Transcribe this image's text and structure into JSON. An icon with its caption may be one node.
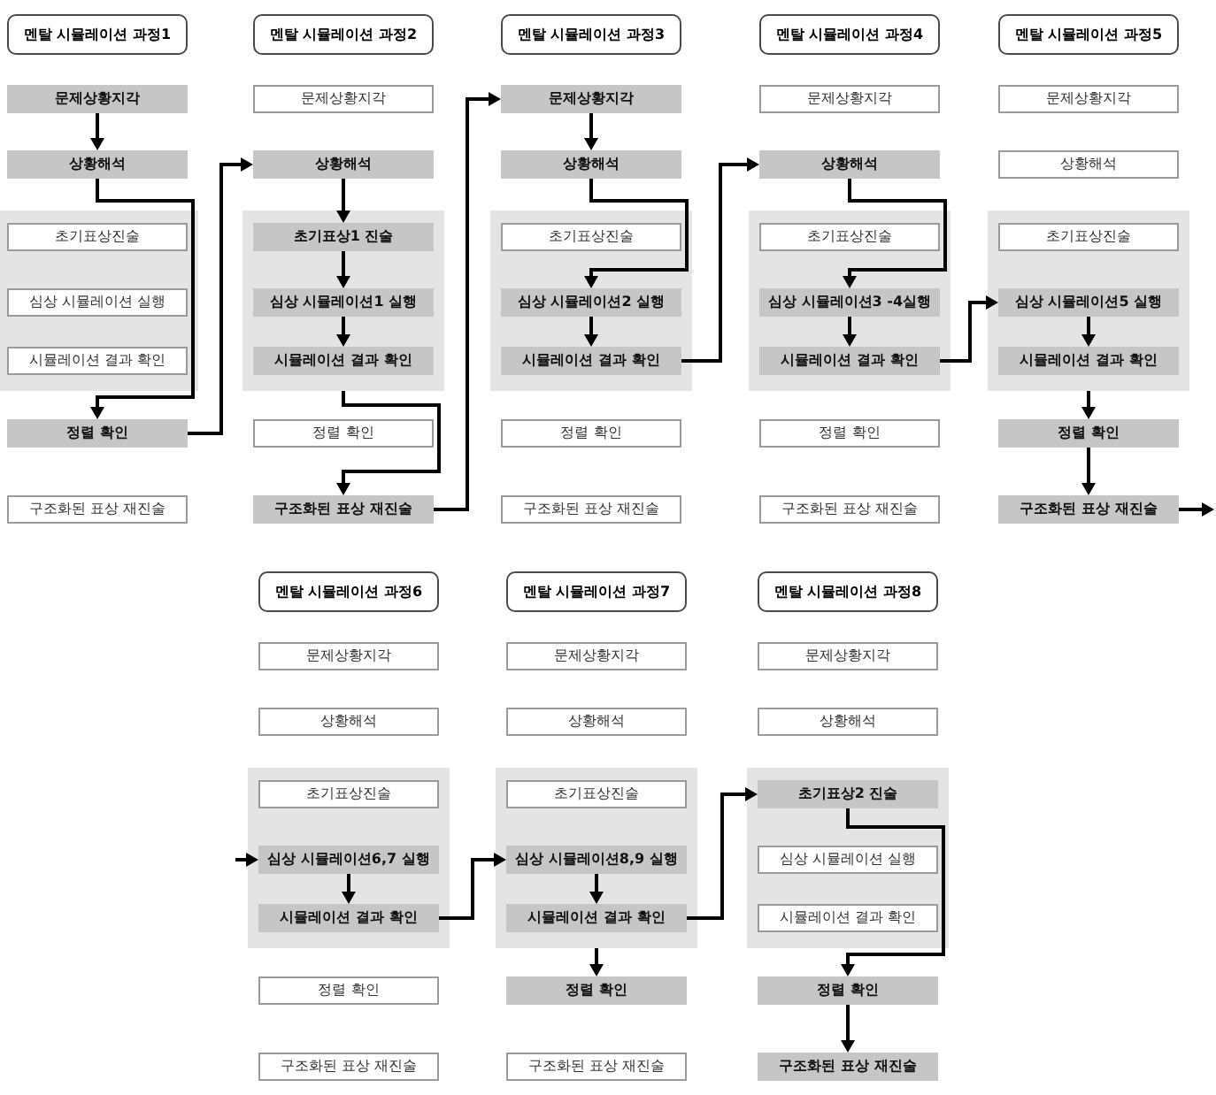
{
  "diagram": {
    "nodes": [
      {
        "text": [
          "멘탈 시뮬레이션 과정1"
        ]
      },
      {
        "text": [
          "문제상황지각"
        ]
      },
      {
        "text": [
          "상황해석"
        ]
      },
      {
        "text": [],
        "shape": "box"
      },
      {
        "text": [
          "초기표상진술"
        ],
        "in": 3
      },
      {
        "text": [
          "심상 시뮬레이션 실행"
        ],
        "in": 3
      },
      {
        "text": [
          "시뮬레이션 결과 확인"
        ],
        "in": 3
      },
      {
        "text": [
          "정렬 확인"
        ]
      },
      {
        "text": [
          "구조화된 표상 재진술"
        ]
      },
      {
        "text": [
          "멘탈 시뮬레이션 과정2"
        ]
      },
      {
        "text": [
          "문제상황지각"
        ]
      },
      {
        "text": [
          "상황해석"
        ]
      },
      {
        "text": [],
        "shape": "box"
      },
      {
        "text": [
          "초기표상1 진술"
        ],
        "in": 12
      },
      {
        "text": [
          "심상 시뮬레이션1 실행"
        ],
        "in": 12
      },
      {
        "text": [
          "시뮬레이션 결과 확인"
        ],
        "in": 12
      },
      {
        "text": [
          "정렬 확인"
        ]
      },
      {
        "text": [
          "구조화된 표상 재진술"
        ]
      },
      {
        "text": [
          "멘탈 시뮬레이션 과정3"
        ]
      },
      {
        "text": [
          "문제상황지각"
        ]
      },
      {
        "text": [
          "상황해석"
        ]
      },
      {
        "text": [],
        "shape": "box"
      },
      {
        "text": [
          "초기표상진술"
        ],
        "in": 21
      },
      {
        "text": [
          "심상 시뮬레이션2 실행"
        ],
        "in": 21
      },
      {
        "text": [
          "시뮬레이션 결과 확인"
        ],
        "in": 21
      },
      {
        "text": [
          "정렬 확인"
        ]
      },
      {
        "text": [
          "구조화된 표상 재진술"
        ]
      },
      {
        "text": [
          "멘탈 시뮬레이션 과정4"
        ]
      },
      {
        "text": [
          "문제상황지각"
        ]
      },
      {
        "text": [
          "상황해석"
        ]
      },
      {
        "text": [],
        "shape": "box"
      },
      {
        "text": [
          "초기표상진술"
        ],
        "in": 30
      },
      {
        "text": [
          "심상 시뮬레이션3 -4실행"
        ],
        "in": 30
      },
      {
        "text": [
          "시뮬레이션 결과 확인"
        ],
        "in": 30
      },
      {
        "text": [
          "정렬 확인"
        ]
      },
      {
        "text": [
          "구조화된 표상 재진술"
        ]
      },
      {
        "text": [
          "멘탈 시뮬레이션 과정5"
        ]
      },
      {
        "text": [
          "문제상황지각"
        ]
      },
      {
        "text": [
          "상황해석"
        ]
      },
      {
        "text": [],
        "shape": "box"
      },
      {
        "text": [
          "초기표상진술"
        ],
        "in": 39
      },
      {
        "text": [
          "심상 시뮬레이션5 실행"
        ],
        "in": 39
      },
      {
        "text": [
          "시뮬레이션 결과 확인"
        ],
        "in": 39
      },
      {
        "text": [
          "정렬 확인"
        ]
      },
      {
        "text": [
          "구조화된 표상 재진술"
        ]
      },
      {
        "text": [
          "멘탈 시뮬레이션 과정6"
        ]
      },
      {
        "text": [
          "문제상황지각"
        ]
      },
      {
        "text": [
          "상황해석"
        ]
      },
      {
        "text": [],
        "shape": "box"
      },
      {
        "text": [
          "초기표상진술"
        ],
        "in": 48
      },
      {
        "text": [
          "심상 시뮬레이션6,7 실행"
        ],
        "in": 48
      },
      {
        "text": [
          "시뮬레이션 결과 확인"
        ],
        "in": 48
      },
      {
        "text": [
          "정렬 확인"
        ]
      },
      {
        "text": [
          "구조화된 표상 재진술"
        ]
      },
      {
        "text": [
          "멘탈 시뮬레이션 과정7"
        ]
      },
      {
        "text": [
          "문제상황지각"
        ]
      },
      {
        "text": [
          "상황해석"
        ]
      },
      {
        "text": [],
        "shape": "box"
      },
      {
        "text": [
          "초기표상진술"
        ],
        "in": 57
      },
      {
        "text": [
          "심상 시뮬레이션8,9 실행"
        ],
        "in": 57
      },
      {
        "text": [
          "시뮬레이션 결과 확인"
        ],
        "in": 57
      },
      {
        "text": [
          "정렬 확인"
        ]
      },
      {
        "text": [
          "구조화된 표상 재진술"
        ]
      },
      {
        "text": [
          "멘탈 시뮬레이션 과정8"
        ]
      },
      {
        "text": [
          "문제상황지각"
        ]
      },
      {
        "text": [
          "상황해석"
        ]
      },
      {
        "text": [],
        "shape": "box"
      },
      {
        "text": [
          "초기표상2 진술"
        ],
        "in": 66
      },
      {
        "text": [
          "심상 시뮬레이션 실행"
        ],
        "in": 66
      },
      {
        "text": [
          "시뮬레이션 결과 확인"
        ],
        "in": 66
      },
      {
        "text": [
          "정렬 확인"
        ]
      },
      {
        "text": [
          "구조화된 표상 재진술"
        ]
      }
    ],
    "edges": [
      {
        "from": 1,
        "to": 2,
        "arrow": "to"
      },
      {
        "from": 2,
        "to": 7,
        "arrow": "to"
      },
      {
        "from": 7,
        "to": 11,
        "arrow": "to"
      },
      {
        "from": 11,
        "to": 13,
        "arrow": "to"
      },
      {
        "from": 13,
        "to": 14,
        "arrow": "to"
      },
      {
        "from": 14,
        "to": 15,
        "arrow": "to"
      },
      {
        "from": 12,
        "to": 17,
        "arrow": "to"
      },
      {
        "from": 17,
        "to": 19,
        "arrow": "to"
      },
      {
        "from": 19,
        "to": 20,
        "arrow": "to"
      },
      {
        "from": 20,
        "to": 23,
        "arrow": "to"
      },
      {
        "from": 23,
        "to": 24,
        "arrow": "to"
      },
      {
        "from": 24,
        "to": 29,
        "arrow": "to"
      },
      {
        "from": 29,
        "to": 32,
        "arrow": "to"
      },
      {
        "from": 32,
        "to": 33,
        "arrow": "to"
      },
      {
        "from": 33,
        "to": 41,
        "arrow": "to"
      },
      {
        "from": 41,
        "to": 42,
        "arrow": "to"
      },
      {
        "from": 39,
        "to": 43,
        "arrow": "to"
      },
      {
        "from": 43,
        "to": 44,
        "arrow": "to"
      },
      {
        "from": 44,
        "to": null,
        "arrow": "to"
      },
      {
        "from": null,
        "to": 50,
        "arrow": "to"
      },
      {
        "from": 50,
        "to": 51,
        "arrow": "to"
      },
      {
        "from": 51,
        "to": 59,
        "arrow": "to"
      },
      {
        "from": 59,
        "to": 60,
        "arrow": "to"
      },
      {
        "from": 57,
        "to": 61,
        "arrow": "to"
      },
      {
        "from": 60,
        "to": 67,
        "arrow": "to"
      },
      {
        "from": 67,
        "to": 70,
        "arrow": "to"
      },
      {
        "from": 70,
        "to": 71,
        "arrow": "to"
      }
    ]
  }
}
